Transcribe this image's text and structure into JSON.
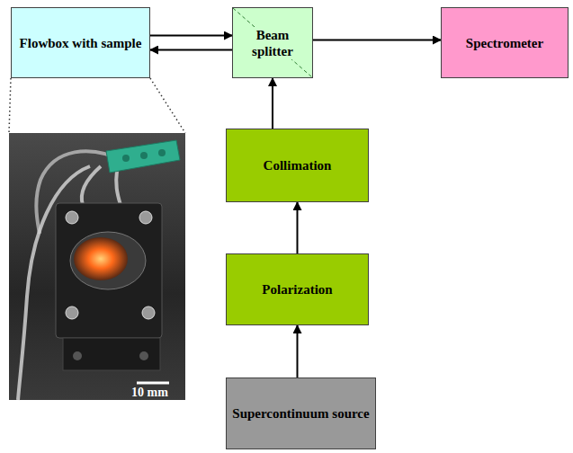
{
  "diagram": {
    "nodes": [
      {
        "text": [
          "Flowbox with sample"
        ]
      },
      {
        "text": [
          "Beam splitter"
        ]
      },
      {
        "text": [
          "Spectrometer"
        ]
      },
      {
        "text": [
          "Collimation"
        ]
      },
      {
        "text": [
          "Polarization"
        ]
      },
      {
        "text": [
          "Supercontinuum source"
        ]
      }
    ],
    "edges": [
      {
        "from": 0,
        "to": 1,
        "arrow": "to"
      },
      {
        "from": 1,
        "to": 0,
        "arrow": "to"
      },
      {
        "from": 1,
        "to": 2,
        "arrow": "to"
      },
      {
        "from": 3,
        "to": 1,
        "arrow": "to"
      },
      {
        "from": 4,
        "to": 3,
        "arrow": "to"
      },
      {
        "from": 5,
        "to": 4,
        "arrow": "to"
      }
    ],
    "labels": [
      "10 mm"
    ]
  }
}
